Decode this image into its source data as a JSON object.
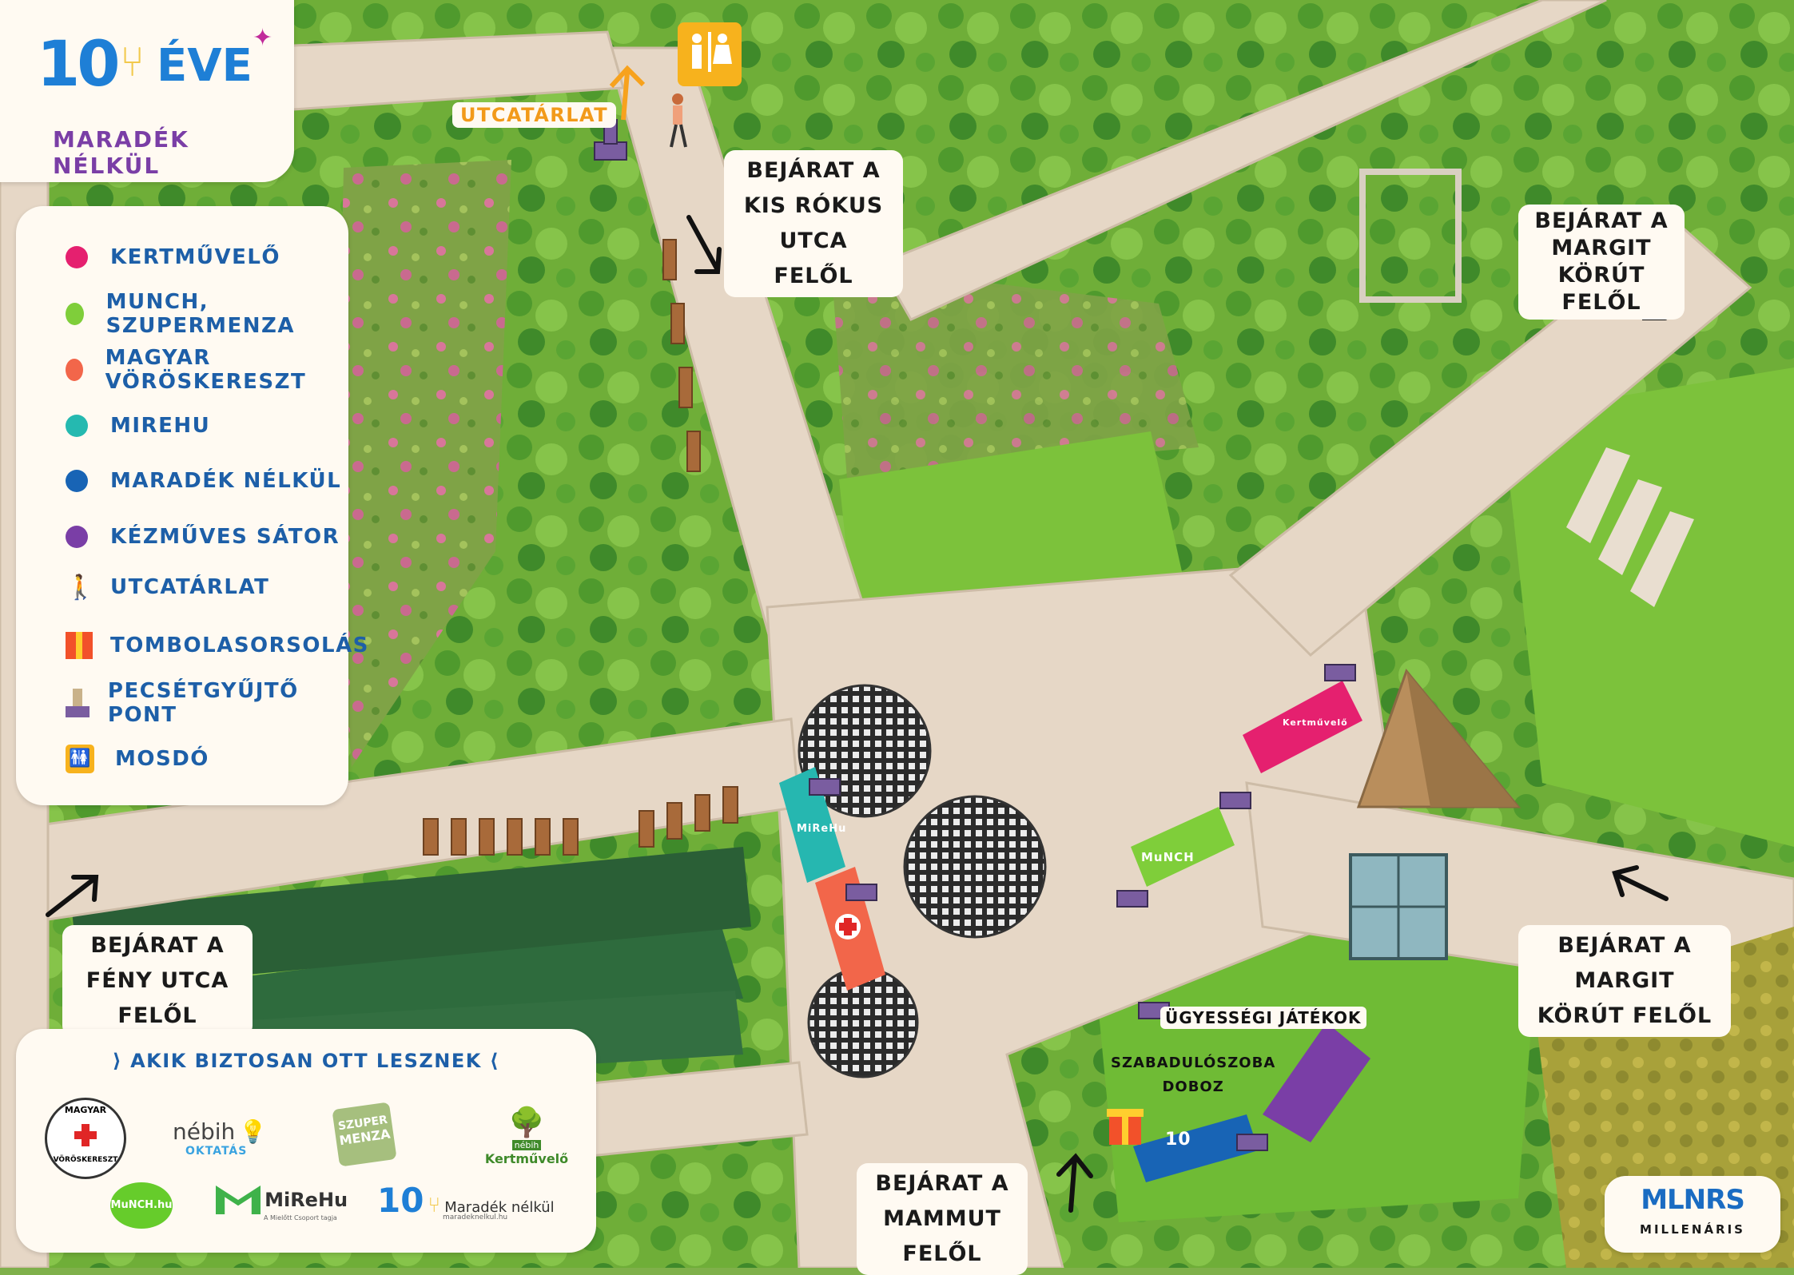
{
  "logo": {
    "number": "10",
    "word": "ÉVE",
    "subtitle": "MARADÉK NÉLKÜL"
  },
  "legend": [
    {
      "label": "KERTMŰVELŐ",
      "color": "#e5206f",
      "icon": "pink-dot-icon"
    },
    {
      "label": "MUNCH, SZUPERMENZA",
      "color": "#7fce3a",
      "icon": "green-dot-icon"
    },
    {
      "label": "MAGYAR VÖRÖSKERESZT",
      "color": "#f2664a",
      "icon": "orange-dot-icon"
    },
    {
      "label": "MIREHU",
      "color": "#25b9b0",
      "icon": "teal-dot-icon"
    },
    {
      "label": "MARADÉK NÉLKÜL",
      "color": "#1864b5",
      "icon": "blue-dot-icon"
    },
    {
      "label": "KÉZMŰVES SÁTOR",
      "color": "#7a3ea6",
      "icon": "purple-dot-icon"
    },
    {
      "label": "UTCATÁRLAT",
      "icon": "walking-person-icon"
    },
    {
      "label": "TOMBOLASORSOLÁS",
      "icon": "gift-icon"
    },
    {
      "label": "PECSÉTGYŰJTŐ PONT",
      "icon": "stamp-icon"
    },
    {
      "label": "MOSDÓ",
      "icon": "restroom-icon"
    }
  ],
  "entrances": {
    "kis_rokus": "BEJÁRAT A KIS RÓKUS UTCA FELŐL",
    "kis_rokus_lines": [
      "BEJÁRAT A",
      "KIS RÓKUS UTCA",
      "FELŐL"
    ],
    "margit_top_lines": [
      "BEJÁRAT A",
      "MARGIT KÖRÚT",
      "FELŐL"
    ],
    "feny_lines": [
      "BEJÁRAT A",
      "FÉNY UTCA FELŐL"
    ],
    "margit_bottom_lines": [
      "BEJÁRAT A",
      "MARGIT KÖRÚT FELŐL"
    ],
    "mammut_lines": [
      "BEJÁRAT A",
      "MAMMUT FELŐL"
    ]
  },
  "map_labels": {
    "utcatarlat": "UTCATÁRLAT",
    "ugyessegi": "ÜGYESSÉGI JÁTÉKOK",
    "szabadulo_lines": [
      "SZABADULÓSZOBA",
      "DOBOZ"
    ],
    "stall_munch": "MuNCH",
    "stall_mirehu": "MiReHu",
    "stall_kertmuvelo": "Kertművelő",
    "stall_10": "10"
  },
  "sponsors": {
    "heading": "AKIK BIZTOSAN OTT LESZNEK",
    "vk_top": "MAGYAR",
    "vk_bottom": "VÖRÖSKERESZT",
    "nebih": "nébih",
    "nebih_sub": "OKTATÁS",
    "szupermenza_1": "SZUPER",
    "szupermenza_2": "MENZA",
    "kert_pre": "nébih",
    "kert": "Kertművelő",
    "munch": "MuNCH.hu",
    "mirehu": "MiReHu",
    "mirehu_sub": "A Mielőtt Csoport tagja",
    "maradek_num": "10",
    "maradek": "Maradék nélkül",
    "maradek_url": "maradeknelkul.hu"
  },
  "millenaris": {
    "mark": "MLNRS",
    "name": "MILLENÁRIS"
  },
  "colors": {
    "path": "#e6d7c6",
    "grass": "#7cbf3c",
    "dark_green": "#3f8a2a",
    "pond": "#2f6b3c",
    "blue_text": "#1d5fa8",
    "purple": "#7a3ea6",
    "orange": "#f7a21d"
  }
}
